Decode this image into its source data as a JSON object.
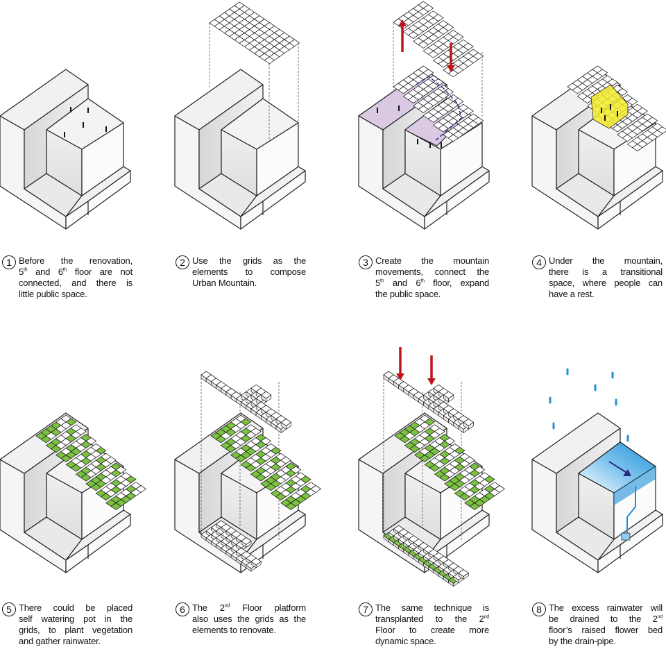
{
  "steps": [
    {
      "number": "1",
      "lines": [
        "Before the renovation,",
        "5th and 6th floor are not",
        "connected, and there is",
        "little public space."
      ]
    },
    {
      "number": "2",
      "lines": [
        "Use the grids as the",
        "elements to compose",
        "Urban Mountain."
      ]
    },
    {
      "number": "3",
      "lines": [
        "Create the mountain",
        "movements, connect the",
        "5th and 6th floor, expand",
        "the public space."
      ]
    },
    {
      "number": "4",
      "lines": [
        "Under the mountain,",
        "there is a transitional",
        "space, where people can",
        "have a rest."
      ]
    },
    {
      "number": "5",
      "lines": [
        "There could be placed",
        "self watering pot in the",
        "grids, to plant vegetation",
        "and gather rainwater."
      ]
    },
    {
      "number": "6",
      "lines": [
        "The 2nd Floor platform",
        "also uses the grids as the",
        "elements to renovate."
      ]
    },
    {
      "number": "7",
      "lines": [
        "The same technique is",
        "transplanted to the 2nd",
        "Floor to create more",
        "dynamic space."
      ]
    },
    {
      "number": "8",
      "lines": [
        "The excess rainwater will",
        "be drained to the 2nd",
        "floor’s raised flower bed",
        "by the drain-pipe."
      ]
    }
  ],
  "colors": {
    "line": "#222222",
    "purple": "#d9c9e3",
    "yellow": "#f2ea2a",
    "green": "#7cc242",
    "red": "#c0141c",
    "blue": "#1e90d8",
    "navy": "#2a2a80"
  }
}
